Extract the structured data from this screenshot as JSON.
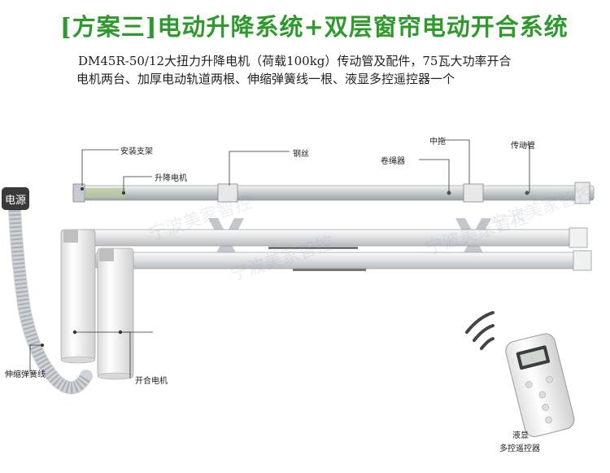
{
  "title": "[方案三]电动升降系统+双层窗帘电动开合系统",
  "description": {
    "line1": "DM45R-50/12大扭力升降电机（荷载100kg）传动管及配件，75瓦大功率开合",
    "line2": "电机两台、加厚电动轨道两根、伸缩弹簧线一根、液显多控遥控器一个"
  },
  "labels": {
    "bracket": "安装支架",
    "lift_motor": "升降电机",
    "wire": "钢丝",
    "center_pull": "中拖",
    "winder": "卷绳器",
    "drive_tube": "传动管",
    "power": "电源",
    "spring_cord": "伸缩弹簧线",
    "open_motor": "开合电机",
    "remote_line1": "液显",
    "remote_line2": "多控遥控器"
  },
  "watermark": "宁波美家智控",
  "colors": {
    "title_green": "#2e9a2c",
    "rail_silver": "#d9dde0",
    "motor_white": "#f2f2f2",
    "remote_white": "#f7f7f7"
  }
}
